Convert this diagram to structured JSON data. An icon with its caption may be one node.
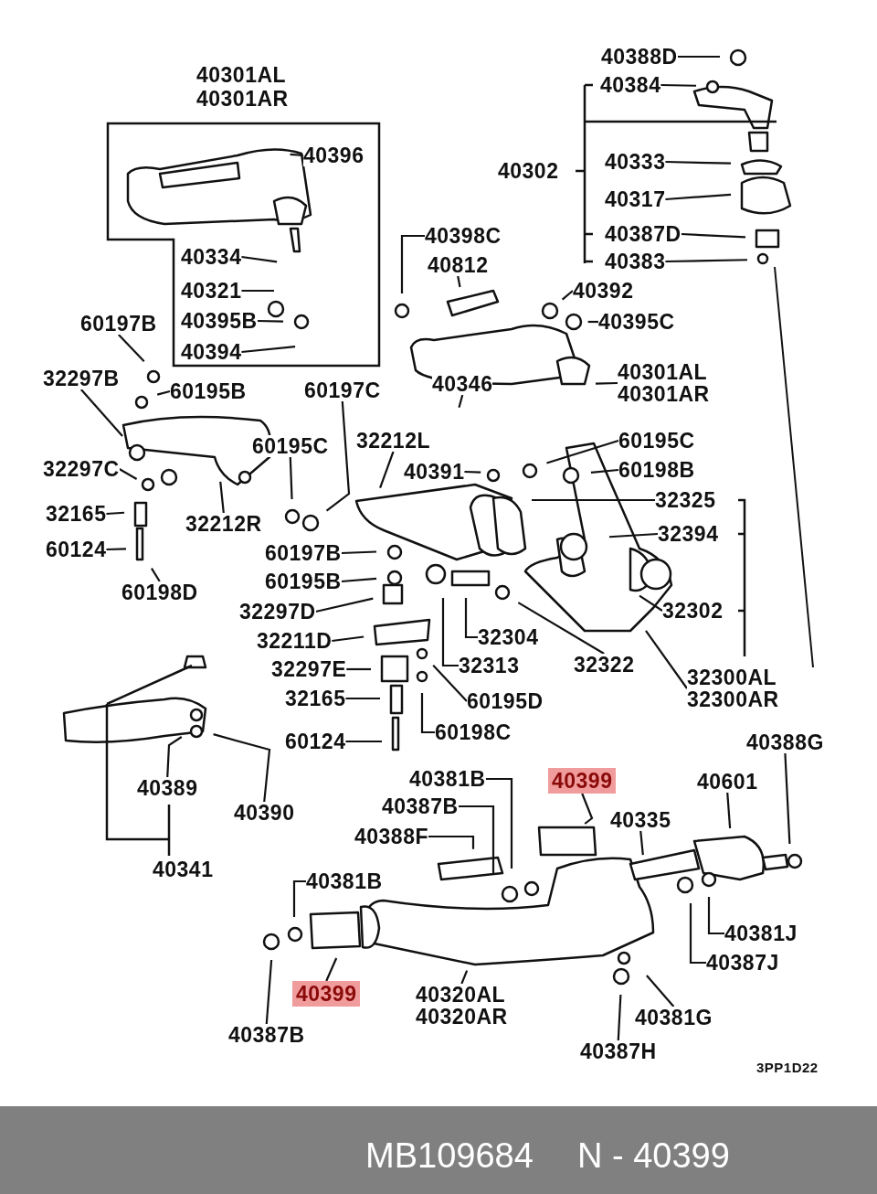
{
  "diagram": {
    "nodes": [
      {
        "text": [
          "40396"
        ]
      },
      {
        "text": [
          "40334"
        ]
      },
      {
        "text": [
          "40321"
        ]
      },
      {
        "text": [
          "40395B"
        ]
      },
      {
        "text": [
          "40394"
        ]
      },
      {
        "text": [
          "60197B"
        ]
      },
      {
        "text": [
          "32297B"
        ]
      },
      {
        "text": [
          "60195B"
        ]
      },
      {
        "text": [
          "60197C"
        ]
      },
      {
        "text": [
          "60195C"
        ]
      },
      {
        "text": [
          "32297C"
        ]
      },
      {
        "text": [
          "32165"
        ]
      },
      {
        "text": [
          "60124"
        ]
      },
      {
        "text": [
          "60198D"
        ]
      },
      {
        "text": [
          "32212R"
        ]
      },
      {
        "text": [
          "32212L"
        ]
      },
      {
        "text": [
          "40391"
        ]
      },
      {
        "text": [
          "40398C"
        ]
      },
      {
        "text": [
          "40812"
        ]
      },
      {
        "text": [
          "40392"
        ]
      },
      {
        "text": [
          "40395C"
        ]
      },
      {
        "text": [
          "40346"
        ]
      },
      {
        "text": [
          "40301AL 40301AR"
        ]
      },
      {
        "text": [
          "60195C"
        ]
      },
      {
        "text": [
          "60198B"
        ]
      },
      {
        "text": [
          "32325"
        ]
      },
      {
        "text": [
          "32394"
        ]
      },
      {
        "text": [
          "32302"
        ]
      },
      {
        "text": [
          "32300AL 32300AR"
        ]
      },
      {
        "text": [
          "32322"
        ]
      },
      {
        "text": [
          "32304"
        ]
      },
      {
        "text": [
          "32313"
        ]
      },
      {
        "text": [
          "60197B"
        ]
      },
      {
        "text": [
          "60195B"
        ]
      },
      {
        "text": [
          "32297D"
        ]
      },
      {
        "text": [
          "32211D"
        ]
      },
      {
        "text": [
          "32297E"
        ]
      },
      {
        "text": [
          "32165"
        ]
      },
      {
        "text": [
          "60124"
        ]
      },
      {
        "text": [
          "60195D"
        ]
      },
      {
        "text": [
          "60198C"
        ]
      },
      {
        "text": [
          "40389"
        ]
      },
      {
        "text": [
          "40390"
        ]
      },
      {
        "text": [
          "40381B"
        ]
      },
      {
        "text": [
          "40387B"
        ]
      },
      {
        "text": [
          "40388F"
        ]
      },
      {
        "text": [
          "40399"
        ]
      },
      {
        "text": [
          "40335"
        ]
      },
      {
        "text": [
          "40601"
        ]
      },
      {
        "text": [
          "40388G"
        ]
      },
      {
        "text": [
          "40381J"
        ]
      },
      {
        "text": [
          "40387J"
        ]
      },
      {
        "text": [
          "40381G"
        ]
      },
      {
        "text": [
          "40387H"
        ]
      },
      {
        "text": [
          "40320AL 40320AR"
        ]
      },
      {
        "text": [
          "40399"
        ]
      },
      {
        "text": [
          "40387B"
        ]
      },
      {
        "text": [
          "40381B"
        ]
      },
      {
        "text": [
          "40388D"
        ]
      },
      {
        "text": [
          "40384"
        ]
      },
      {
        "text": [
          "40333"
        ]
      },
      {
        "text": [
          "40317"
        ]
      },
      {
        "text": [
          "40387D"
        ]
      },
      {
        "text": [
          "40383"
        ]
      }
    ],
    "edges": [
      {
        "from": 0,
        "to": null,
        "arrow": "none"
      },
      {
        "from": 1,
        "to": null,
        "arrow": "none"
      },
      {
        "from": 2,
        "to": null,
        "arrow": "none"
      },
      {
        "from": 3,
        "to": null,
        "arrow": "none"
      },
      {
        "from": 4,
        "to": null,
        "arrow": "none"
      },
      {
        "from": 5,
        "to": null,
        "arrow": "none"
      },
      {
        "from": 6,
        "to": null,
        "arrow": "none"
      },
      {
        "from": 7,
        "to": null,
        "arrow": "none"
      },
      {
        "from": 8,
        "to": null,
        "arrow": "none"
      },
      {
        "from": 9,
        "to": null,
        "arrow": "none"
      },
      {
        "from": 10,
        "to": null,
        "arrow": "none"
      },
      {
        "from": 11,
        "to": null,
        "arrow": "none"
      },
      {
        "from": 12,
        "to": null,
        "arrow": "none"
      },
      {
        "from": 13,
        "to": null,
        "arrow": "none"
      },
      {
        "from": 14,
        "to": null,
        "arrow": "none"
      },
      {
        "from": 15,
        "to": null,
        "arrow": "none"
      },
      {
        "from": 16,
        "to": null,
        "arrow": "none"
      },
      {
        "from": 17,
        "to": null,
        "arrow": "none"
      },
      {
        "from": 18,
        "to": null,
        "arrow": "none"
      },
      {
        "from": 19,
        "to": null,
        "arrow": "none"
      },
      {
        "from": 20,
        "to": null,
        "arrow": "none"
      },
      {
        "from": 21,
        "to": null,
        "arrow": "none"
      },
      {
        "from": 22,
        "to": null,
        "arrow": "none"
      },
      {
        "from": 23,
        "to": null,
        "arrow": "none"
      },
      {
        "from": 24,
        "to": null,
        "arrow": "none"
      },
      {
        "from": 25,
        "to": null,
        "arrow": "none"
      },
      {
        "from": 26,
        "to": null,
        "arrow": "none"
      },
      {
        "from": 27,
        "to": null,
        "arrow": "none"
      },
      {
        "from": 28,
        "to": null,
        "arrow": "none"
      },
      {
        "from": 29,
        "to": null,
        "arrow": "none"
      },
      {
        "from": 30,
        "to": null,
        "arrow": "none"
      },
      {
        "from": 31,
        "to": null,
        "arrow": "none"
      },
      {
        "from": 32,
        "to": null,
        "arrow": "none"
      },
      {
        "from": 33,
        "to": null,
        "arrow": "none"
      },
      {
        "from": 34,
        "to": null,
        "arrow": "none"
      },
      {
        "from": 35,
        "to": null,
        "arrow": "none"
      },
      {
        "from": 36,
        "to": null,
        "arrow": "none"
      },
      {
        "from": 37,
        "to": null,
        "arrow": "none"
      },
      {
        "from": 38,
        "to": null,
        "arrow": "none"
      },
      {
        "from": 39,
        "to": null,
        "arrow": "none"
      },
      {
        "from": 40,
        "to": null,
        "arrow": "none"
      },
      {
        "from": 41,
        "to": null,
        "arrow": "none"
      },
      {
        "from": 42,
        "to": null,
        "arrow": "none"
      },
      {
        "from": 43,
        "to": null,
        "arrow": "none"
      },
      {
        "from": 44,
        "to": null,
        "arrow": "none"
      },
      {
        "from": 45,
        "to": null,
        "arrow": "none"
      },
      {
        "from": 46,
        "to": null,
        "arrow": "none"
      },
      {
        "from": 47,
        "to": null,
        "arrow": "none"
      },
      {
        "from": 48,
        "to": null,
        "arrow": "none"
      },
      {
        "from": 49,
        "to": null,
        "arrow": "none"
      },
      {
        "from": 50,
        "to": null,
        "arrow": "none"
      },
      {
        "from": 51,
        "to": null,
        "arrow": "none"
      },
      {
        "from": 52,
        "to": null,
        "arrow": "none"
      },
      {
        "from": 53,
        "to": null,
        "arrow": "none"
      },
      {
        "from": 54,
        "to": null,
        "arrow": "none"
      },
      {
        "from": 55,
        "to": null,
        "arrow": "none"
      },
      {
        "from": 56,
        "to": null,
        "arrow": "none"
      },
      {
        "from": 57,
        "to": null,
        "arrow": "none"
      },
      {
        "from": 58,
        "to": null,
        "arrow": "none"
      },
      {
        "from": 59,
        "to": null,
        "arrow": "none"
      },
      {
        "from": 60,
        "to": null,
        "arrow": "none"
      },
      {
        "from": 61,
        "to": null,
        "arrow": "none"
      },
      {
        "from": 62,
        "to": null,
        "arrow": "none"
      },
      {
        "from": 63,
        "to": null,
        "arrow": "none"
      }
    ],
    "labels": [
      "40301AL",
      "40301AR",
      "40302",
      "40341",
      "3PP1D22",
      "MB109684",
      "N - 40399"
    ]
  }
}
